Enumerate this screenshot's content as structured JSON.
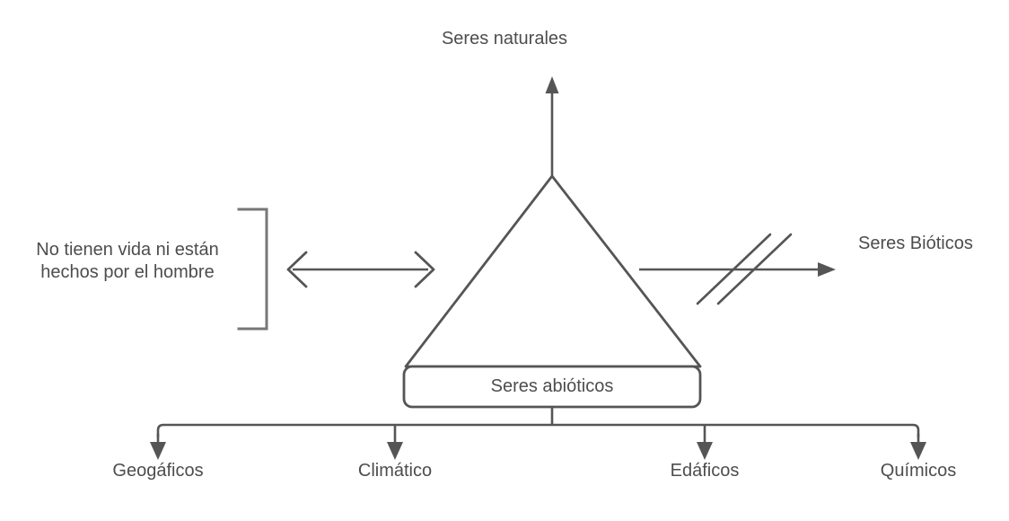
{
  "diagram": {
    "title_top": "Seres naturales",
    "left_note": "No tienen vida ni están\nhechos por el hombre",
    "right_label": "Seres Bióticos",
    "center_box_label": "Seres abióticos",
    "leaves": [
      {
        "label": "Geogáficos"
      },
      {
        "label": "Climático"
      },
      {
        "label": "Edáficos"
      },
      {
        "label": "Químicos"
      }
    ],
    "colors": {
      "stroke": "#555555",
      "text": "#4d4d4d",
      "dashed_line": "#c8c8c8",
      "background": "#ffffff"
    }
  }
}
